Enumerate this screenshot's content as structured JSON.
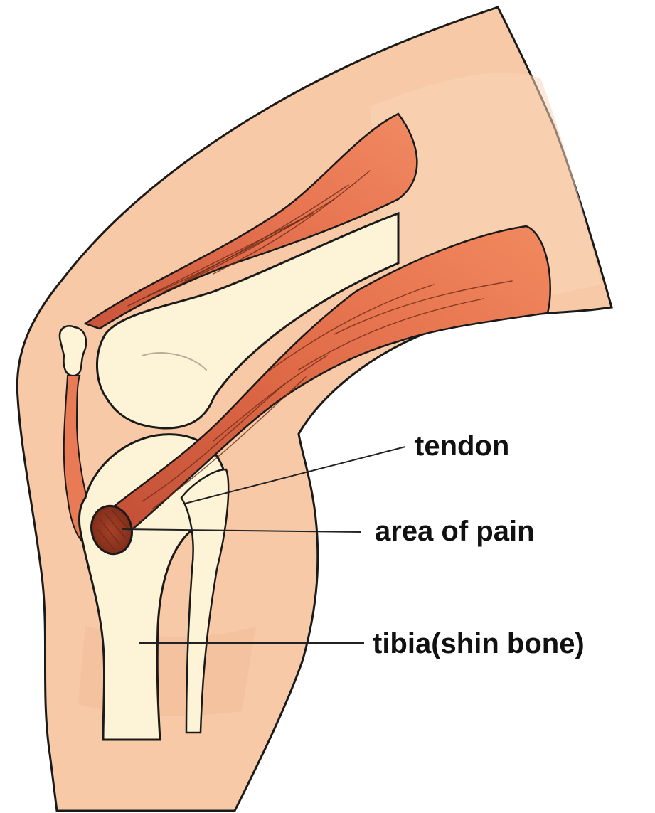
{
  "labels": {
    "tendon": "tendon",
    "pain": "area of pain",
    "tibia": "tibia(shin bone)"
  },
  "colors": {
    "skin": "#f7c9a6",
    "muscle": "#e8744e",
    "bone": "#fdf4d8",
    "outline": "#1a1a1a"
  }
}
